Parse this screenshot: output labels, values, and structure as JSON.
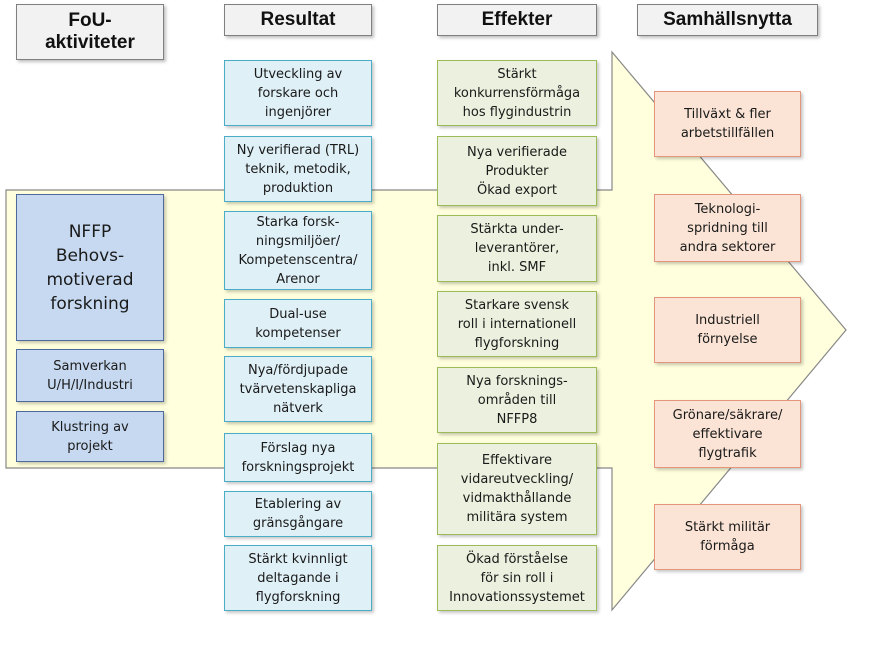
{
  "colors": {
    "arrow_fill": "#ffffdd",
    "arrow_stroke": "#888888",
    "resultat_fill": "#dff0f7",
    "resultat_border": "#4bacc6",
    "effekter_fill": "#ebf1de",
    "effekter_border": "#9bbb59",
    "samhallsnytta_fill": "#fbe4d5",
    "samhallsnytta_border": "#e3967c",
    "aktivitet_fill": "#c6d9f0",
    "aktivitet_border": "#4f6a9a"
  },
  "headers": {
    "fou": "FoU-\naktiviteter",
    "resultat": "Resultat",
    "effekter": "Effekter",
    "samhallsnytta": "Samhällsnytta"
  },
  "aktiviteter": [
    "NFFP\nBehovs-\nmotiverad\nforskning",
    "Samverkan\nU/H/I/Industri",
    "Klustring av\nprojekt"
  ],
  "resultat": [
    "Utveckling av\nforskare och\ningenjörer",
    "Ny verifierad (TRL)\nteknik, metodik,\nproduktion",
    "Starka forsk-\nningsmiljöer/\nKompetenscentra/\nArenor",
    "Dual-use\nkompetenser",
    "Nya/fördjupade\ntvärvetenskapliga\nnätverk",
    "Förslag nya\nforskningsprojekt",
    "Etablering av\ngränsgångare",
    "Stärkt kvinnligt\ndeltagande i\nflygforskning"
  ],
  "effekter": [
    "Stärkt\nkonkurrensförmåga\nhos flygindustrin",
    "Nya verifierade\nProdukter\nÖkad export",
    "Stärkta under-\nleverantörer,\ninkl. SMF",
    "Starkare svensk\nroll i internationell\nflygforskning",
    "Nya forsknings-\nområden  till\nNFFP8",
    "Effektivare\nvidareutveckling/\nvidmakthållande\nmilitära system",
    "Ökad förståelse\nför sin roll i\nInnovationssystemet"
  ],
  "samhallsnytta": [
    "Tillväxt & fler\narbetstillfällen",
    "Teknologi-\nspridning till\nandra sektorer",
    "Industriell\nförnyelse",
    "Grönare/säkrare/\neffektivare\nflygtrafik",
    "Stärkt militär\nförmåga"
  ]
}
